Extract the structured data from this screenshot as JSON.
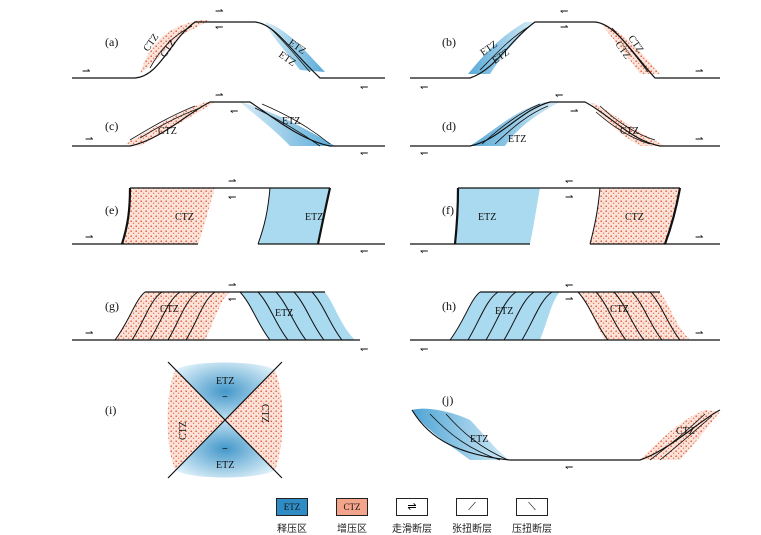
{
  "panels": {
    "a": {
      "label": "(a)",
      "ctz": "CTZ",
      "etz": "ETZ"
    },
    "b": {
      "label": "(b)",
      "ctz": "CTZ",
      "etz": "ETZ"
    },
    "c": {
      "label": "(c)",
      "ctz": "CTZ",
      "etz": "ETZ"
    },
    "d": {
      "label": "(d)",
      "ctz": "CTZ",
      "etz": "ETZ"
    },
    "e": {
      "label": "(e)",
      "ctz": "CTZ",
      "etz": "ETZ"
    },
    "f": {
      "label": "(f)",
      "ctz": "CTZ",
      "etz": "ETZ"
    },
    "g": {
      "label": "(g)",
      "ctz": "CTZ",
      "etz": "ETZ"
    },
    "h": {
      "label": "(h)",
      "ctz": "CTZ",
      "etz": "ETZ"
    },
    "i": {
      "label": "(i)",
      "ctz": "CTZ",
      "etz": "ETZ"
    },
    "j": {
      "label": "(j)",
      "ctz": "CTZ",
      "etz": "ETZ"
    }
  },
  "legend": {
    "items": [
      {
        "symbol": "ETZ",
        "text": "释压区"
      },
      {
        "symbol": "CTZ",
        "text": "增压区"
      },
      {
        "symbol": "",
        "text": "走滑断层"
      },
      {
        "symbol": "",
        "text": "张扭断层"
      },
      {
        "symbol": "",
        "text": "压扭断层"
      }
    ]
  },
  "colors": {
    "etz": "#8fcfe8",
    "etz_dark": "#2f8cc4",
    "ctz": "#e8734f",
    "line": "#111111"
  }
}
